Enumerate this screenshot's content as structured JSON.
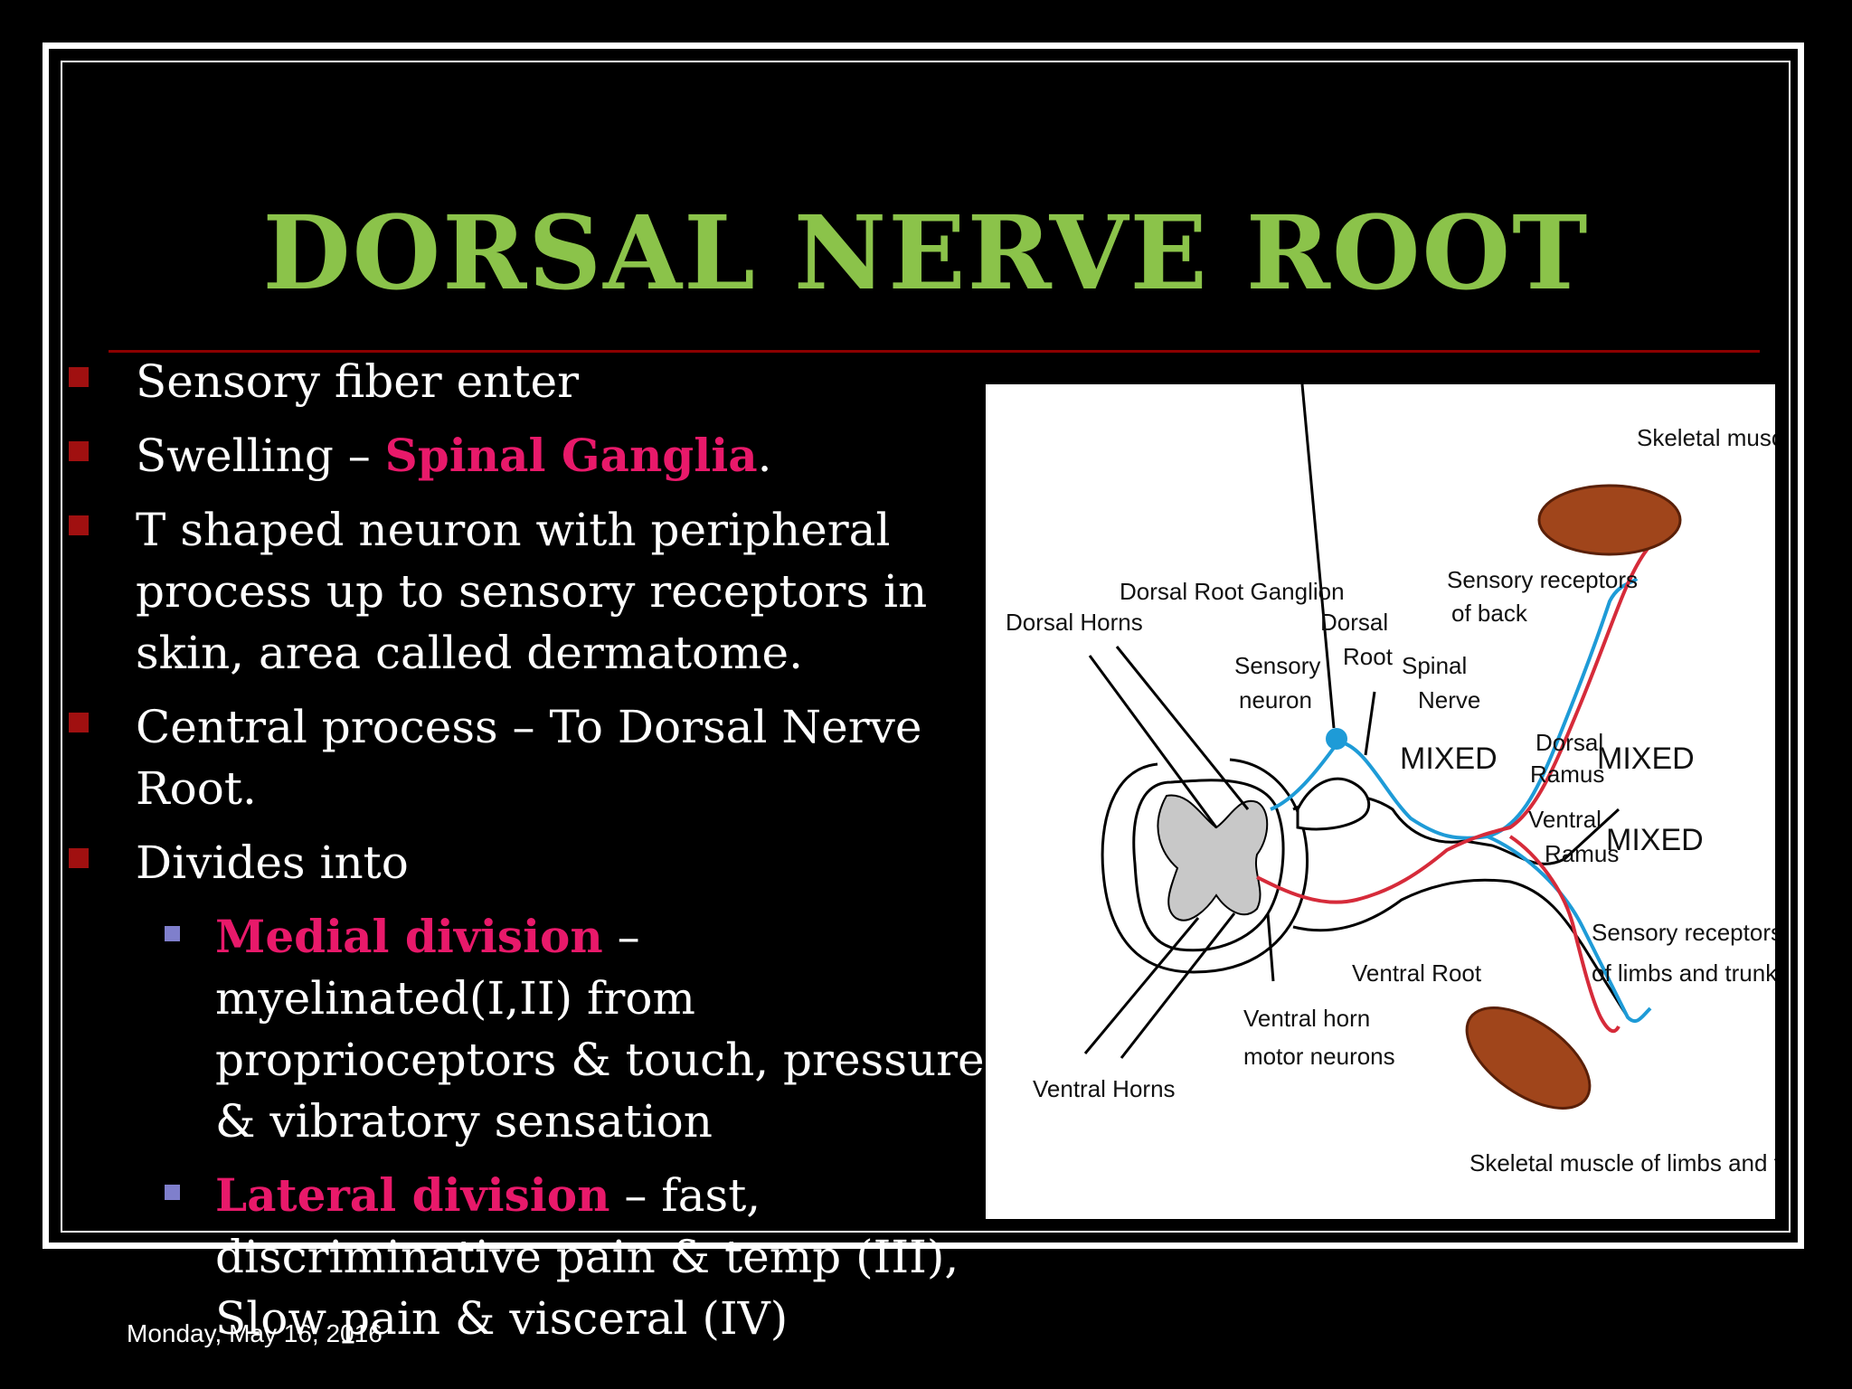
{
  "slide": {
    "title": "DORSAL NERVE ROOT",
    "date": "Monday, May 16, 2016",
    "colors": {
      "title": "#8BC34A",
      "highlight": "#E8196A",
      "bullet": "#A01010",
      "sub_bullet": "#7F7FCC",
      "rule": "#8B0000"
    }
  },
  "bullets": [
    {
      "text": "Sensory fiber enter"
    },
    {
      "pre": "Swelling – ",
      "highlight": "Spinal Ganglia",
      "post": "."
    },
    {
      "text": "T shaped neuron with peripheral process up to sensory receptors in skin, area called dermatome."
    },
    {
      "text": "Central process – To Dorsal Nerve Root."
    },
    {
      "text": "Divides into"
    }
  ],
  "sub_bullets": [
    {
      "highlight": "Medial division",
      "text": " – myelinated(I,II) from proprioceptors & touch, pressure & vibratory sensation"
    },
    {
      "highlight": "Lateral division",
      "text": " – fast, discriminative pain & temp (III), Slow pain & visceral (IV)"
    }
  ],
  "diagram": {
    "labels": {
      "skeletal_back": "Skeletal muscle of back",
      "sensory_receptors_back_1": "Sensory receptors",
      "sensory_receptors_back_2": "of back",
      "dorsal_root_ganglion": "Dorsal Root Ganglion",
      "dorsal_horns": "Dorsal Horns",
      "dorsal_root_1": "Dorsal",
      "dorsal_root_2": "Root",
      "sensory_neuron_1": "Sensory",
      "sensory_neuron_2": "neuron",
      "spinal_nerve_1": "Spinal",
      "spinal_nerve_2": "Nerve",
      "mixed_1": "MIXED",
      "dorsal_ramus_1": "Dorsal",
      "dorsal_ramus_2": "Ramus",
      "mixed_2": "MIXED",
      "ventral_ramus_1": "Ventral",
      "ventral_ramus_2": "Ramus",
      "mixed_3": "MIXED",
      "sensory_receptors_limbs_1": "Sensory receptors",
      "sensory_receptors_limbs_2": "of limbs and trunk",
      "ventral_root": "Ventral Root",
      "ventral_horn_1": "Ventral horn",
      "ventral_horn_2": "motor neurons",
      "ventral_horns": "Ventral Horns",
      "skeletal_limbs": "Skeletal muscle of limbs and trunk"
    }
  }
}
